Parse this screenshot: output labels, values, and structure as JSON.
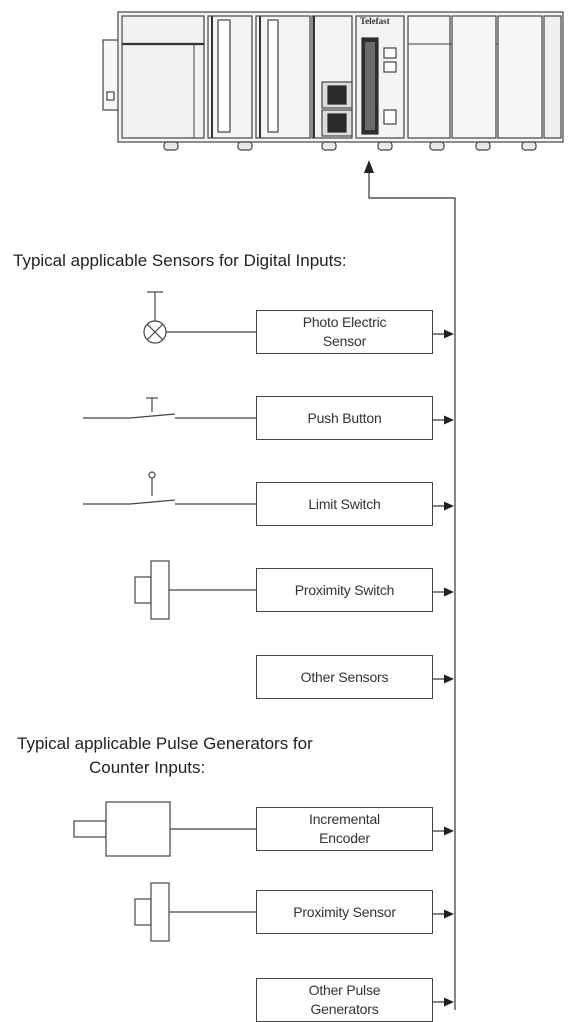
{
  "plc": {
    "brand": "Telefast"
  },
  "sections": [
    {
      "title": "Typical applicable Sensors for Digital Inputs:",
      "devices": [
        {
          "id": "photo-electric-sensor",
          "label_lines": [
            "Photo Electric",
            "Sensor"
          ],
          "symbol": "lamp"
        },
        {
          "id": "push-button",
          "label_lines": [
            "Push Button"
          ],
          "symbol": "push-button"
        },
        {
          "id": "limit-switch",
          "label_lines": [
            "Limit Switch"
          ],
          "symbol": "limit-switch"
        },
        {
          "id": "proximity-switch",
          "label_lines": [
            "Proximity Switch"
          ],
          "symbol": "proximity"
        },
        {
          "id": "other-sensors",
          "label_lines": [
            "Other Sensors"
          ],
          "symbol": "none"
        }
      ]
    },
    {
      "title_lines": [
        "Typical applicable Pulse Generators for",
        "Counter Inputs:"
      ],
      "devices": [
        {
          "id": "incremental-encoder",
          "label_lines": [
            "Incremental",
            "Encoder"
          ],
          "symbol": "encoder"
        },
        {
          "id": "proximity-sensor",
          "label_lines": [
            "Proximity Sensor"
          ],
          "symbol": "proximity"
        },
        {
          "id": "other-pulse-generators",
          "label_lines": [
            "Other Pulse",
            "Generators"
          ],
          "symbol": "none"
        }
      ]
    }
  ],
  "colors": {
    "line": "#333333",
    "plc_stroke": "#444444",
    "plc_fill": "#f4f4f4",
    "plc_dark": "#2a2a2a"
  }
}
